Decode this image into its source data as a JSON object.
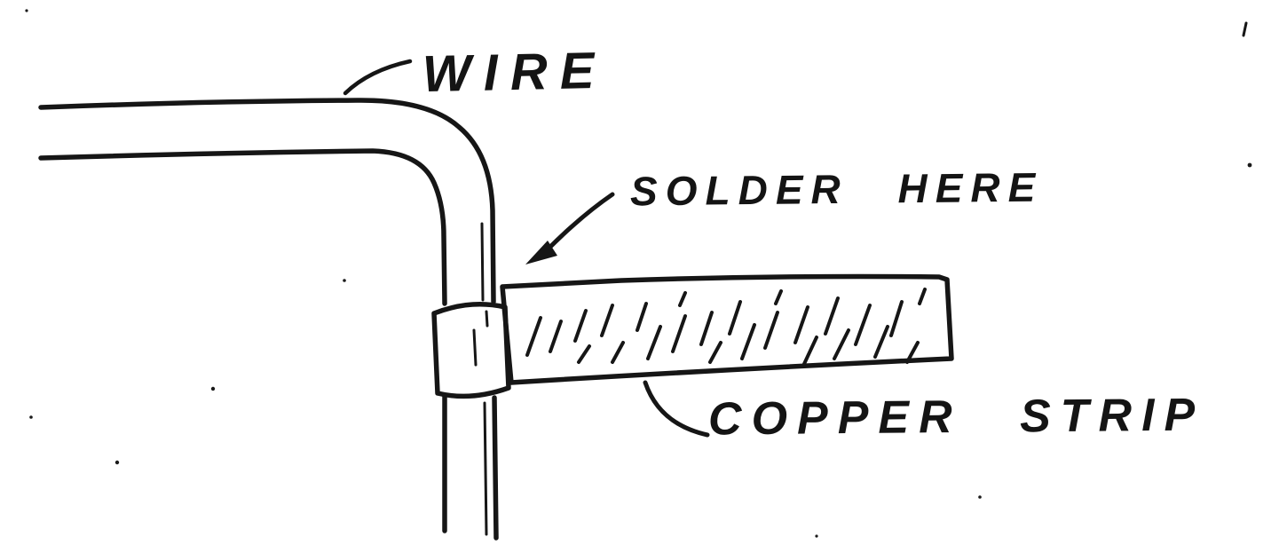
{
  "figure": {
    "paper_color": "#ffffff",
    "ink_color": "#161616",
    "labels": {
      "wire": "WIRE",
      "solder": "SOLDER HERE",
      "copper": "COPPER STRIP"
    }
  }
}
